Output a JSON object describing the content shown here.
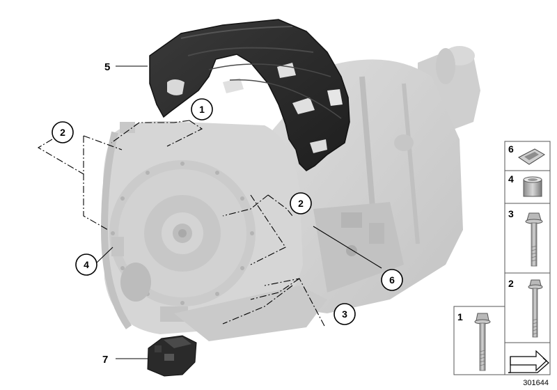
{
  "callouts": {
    "c1": "1",
    "c2a": "2",
    "c2b": "2",
    "c3": "3",
    "c4": "4",
    "c6": "6",
    "l5": "5",
    "l7": "7"
  },
  "panel": {
    "p6": "6",
    "p4": "4",
    "p3": "3",
    "p2": "2",
    "p1": "1"
  },
  "diagram_id": "301644",
  "colors": {
    "housing": "#d3d3d3",
    "shield": "#2b2b2b",
    "line": "#000000"
  }
}
